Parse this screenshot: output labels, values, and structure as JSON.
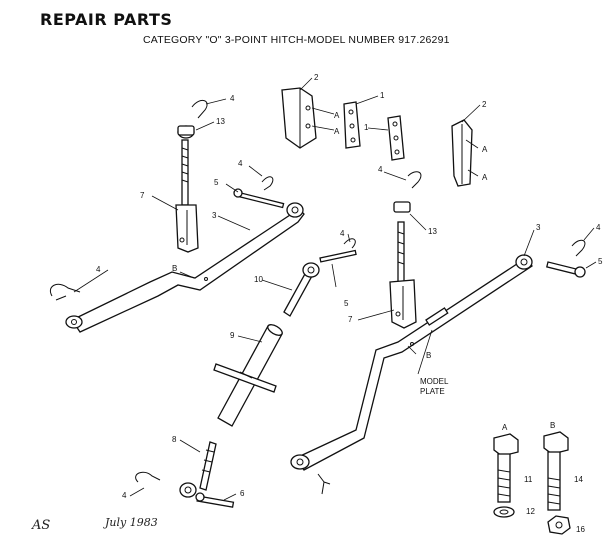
{
  "header": {
    "title": "REPAIR PARTS",
    "subtitle": "CATEGORY \"O\" 3-POINT HITCH-MODEL NUMBER 917.26291"
  },
  "callouts": {
    "n1": "1",
    "n2": "2",
    "n3": "3",
    "n4": "4",
    "n5": "5",
    "n6": "6",
    "n7": "7",
    "n8": "8",
    "n9": "9",
    "n10": "10",
    "n11": "11",
    "n12": "12",
    "n13": "13",
    "n14": "14",
    "n16": "16",
    "a": "A",
    "b": "B"
  },
  "model_plate": {
    "line1": "MODEL",
    "line2": "PLATE"
  },
  "handwritten": {
    "initials": "AS",
    "date": "July 1983"
  }
}
